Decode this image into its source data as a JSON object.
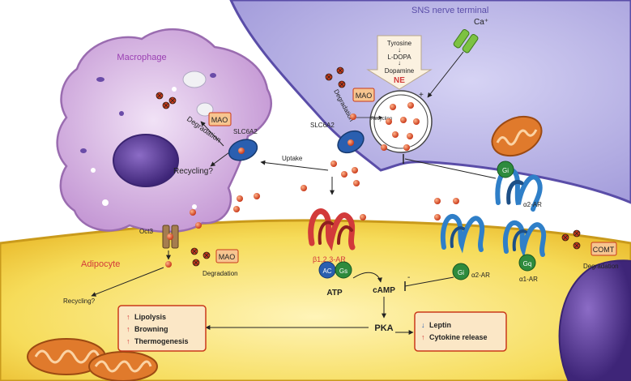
{
  "labels": {
    "sns_terminal": "SNS nerve terminal",
    "macrophage": "Macrophage",
    "adipocyte": "Adipocyte",
    "calcium": "Ca⁺",
    "tyrosine": "Tyrosine",
    "ldopa": "L-DOPA",
    "dopamine": "Dopamine",
    "ne": "NE",
    "mao": "MAO",
    "comt": "COMT",
    "degradation": "Degradation",
    "recycling": "Recycling",
    "recycling_q": "Recycling?",
    "slc6a2": "SLC6A2",
    "uptake": "Uptake",
    "oct3": "Oct3",
    "beta_ar": "β1,2,3-AR",
    "alpha2_ar": "α2-AR",
    "alpha1_ar": "α1-AR",
    "gi": "Gi",
    "gs": "Gs",
    "gq": "Gq",
    "ac": "AC",
    "atp": "ATP",
    "camp": "cAMP",
    "pka": "PKA",
    "plus": "+",
    "minus": "-"
  },
  "effects_left": [
    {
      "arrow": "up",
      "text": "Lipolysis"
    },
    {
      "arrow": "up",
      "text": "Browning"
    },
    {
      "arrow": "up",
      "text": "Thermogenesis"
    }
  ],
  "effects_right": [
    {
      "arrow": "down",
      "text": "Leptin"
    },
    {
      "arrow": "up",
      "text": "Cytokine release"
    }
  ],
  "colors": {
    "adipocyte_fill": "#f6dc5a",
    "nerve_fill": "#b9b4e6",
    "macrophage_fill": "#d9b8e4",
    "nucleus": "#5b3a9a",
    "mitochondria": "#e07a2c",
    "ne_dot": "#e0542a",
    "mao_box": "#f7c58f",
    "beta_receptor": "#d23a3a",
    "alpha_receptor": "#2f7fc8",
    "g_protein": "#2e8b3d",
    "ac": "#2a5fb0"
  }
}
